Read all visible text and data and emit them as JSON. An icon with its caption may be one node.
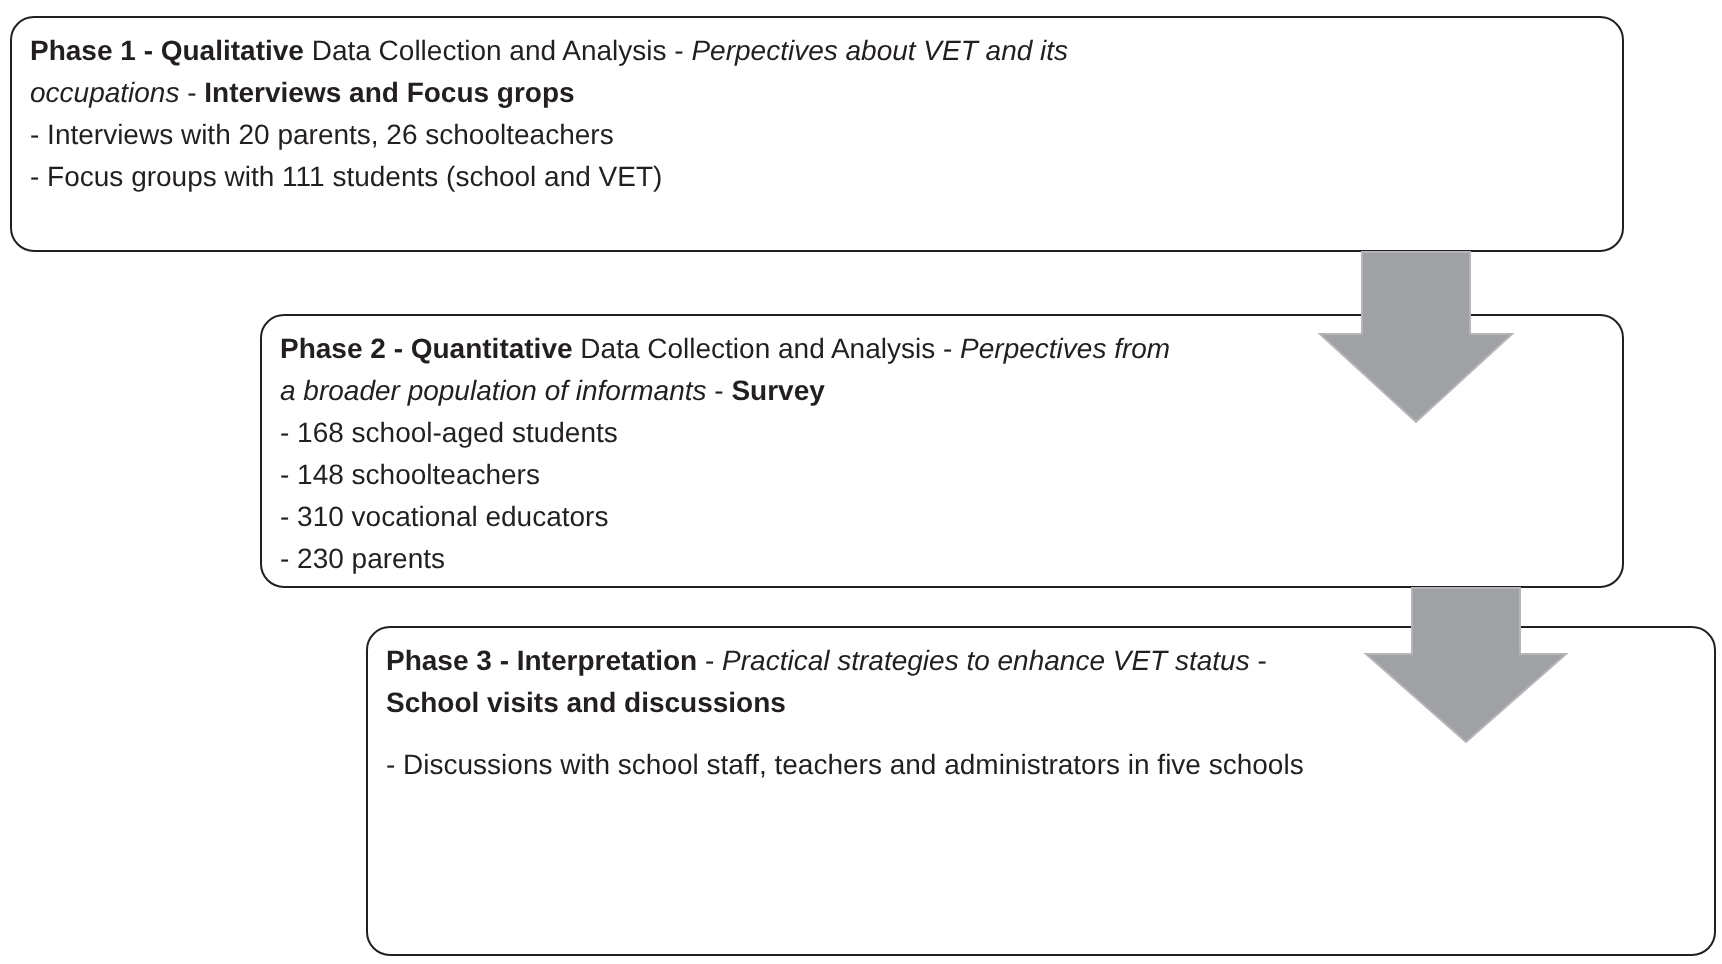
{
  "diagram": {
    "nodes": [
      {
        "text": [
          "**Phase 1 - Qualitative** Data Collection and Analysis - *Perpectives about VET and its occupations* - **Interviews and Focus grops**",
          "- Interviews with 20 parents, 26 schoolteachers",
          "- Focus groups with 111 students (school and VET)"
        ]
      },
      {
        "text": [
          "**Phase 2 - Quantitative** Data Collection and Analysis - *Perpectives from a broader population of informants* - **Survey**",
          "- 168 school-aged students",
          "- 148 schoolteachers",
          "- 310 vocational educators",
          "- 230 parents"
        ]
      },
      {
        "text": [
          "**Phase 3 - Interpretation** - *Practical strategies to enhance VET status* - **School visits and discussions**",
          "- Discussions with school staff, teachers and administrators in five schools"
        ]
      }
    ],
    "edges": [
      {
        "from": 0,
        "to": 1,
        "arrow": "to"
      },
      {
        "from": 1,
        "to": 2,
        "arrow": "to"
      }
    ]
  }
}
